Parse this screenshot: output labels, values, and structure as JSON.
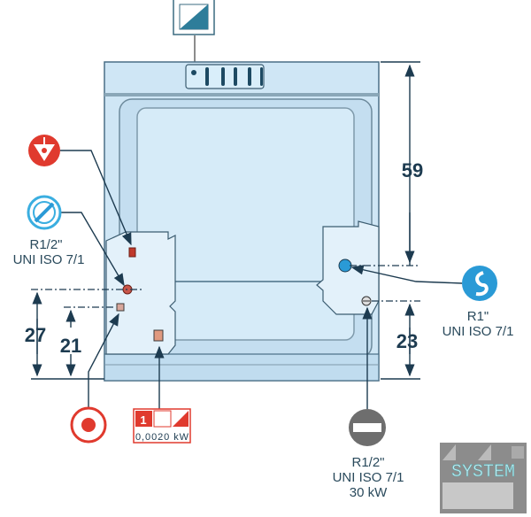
{
  "dimensions": {
    "d59": "59",
    "d27": "27",
    "d21": "21",
    "d23": "23"
  },
  "connections": {
    "water_inlet_left": {
      "thread": "R1/2\"",
      "standard": "UNI ISO 7/1"
    },
    "water_inlet_right": {
      "thread": "R1\"",
      "standard": "UNI ISO 7/1"
    },
    "gas": {
      "thread": "R1/2\"",
      "standard": "UNI ISO 7/1",
      "power": "30 kW"
    },
    "electrical": {
      "phase": "1",
      "power": "0,0020 kW"
    }
  },
  "logo": {
    "text": "SYSTEM"
  },
  "colors": {
    "body": "#cfe6f5",
    "outline": "#4a6f86",
    "accent_red": "#e03a2e",
    "accent_blue": "#2a9ad6",
    "gray": "#6e6e6e"
  }
}
